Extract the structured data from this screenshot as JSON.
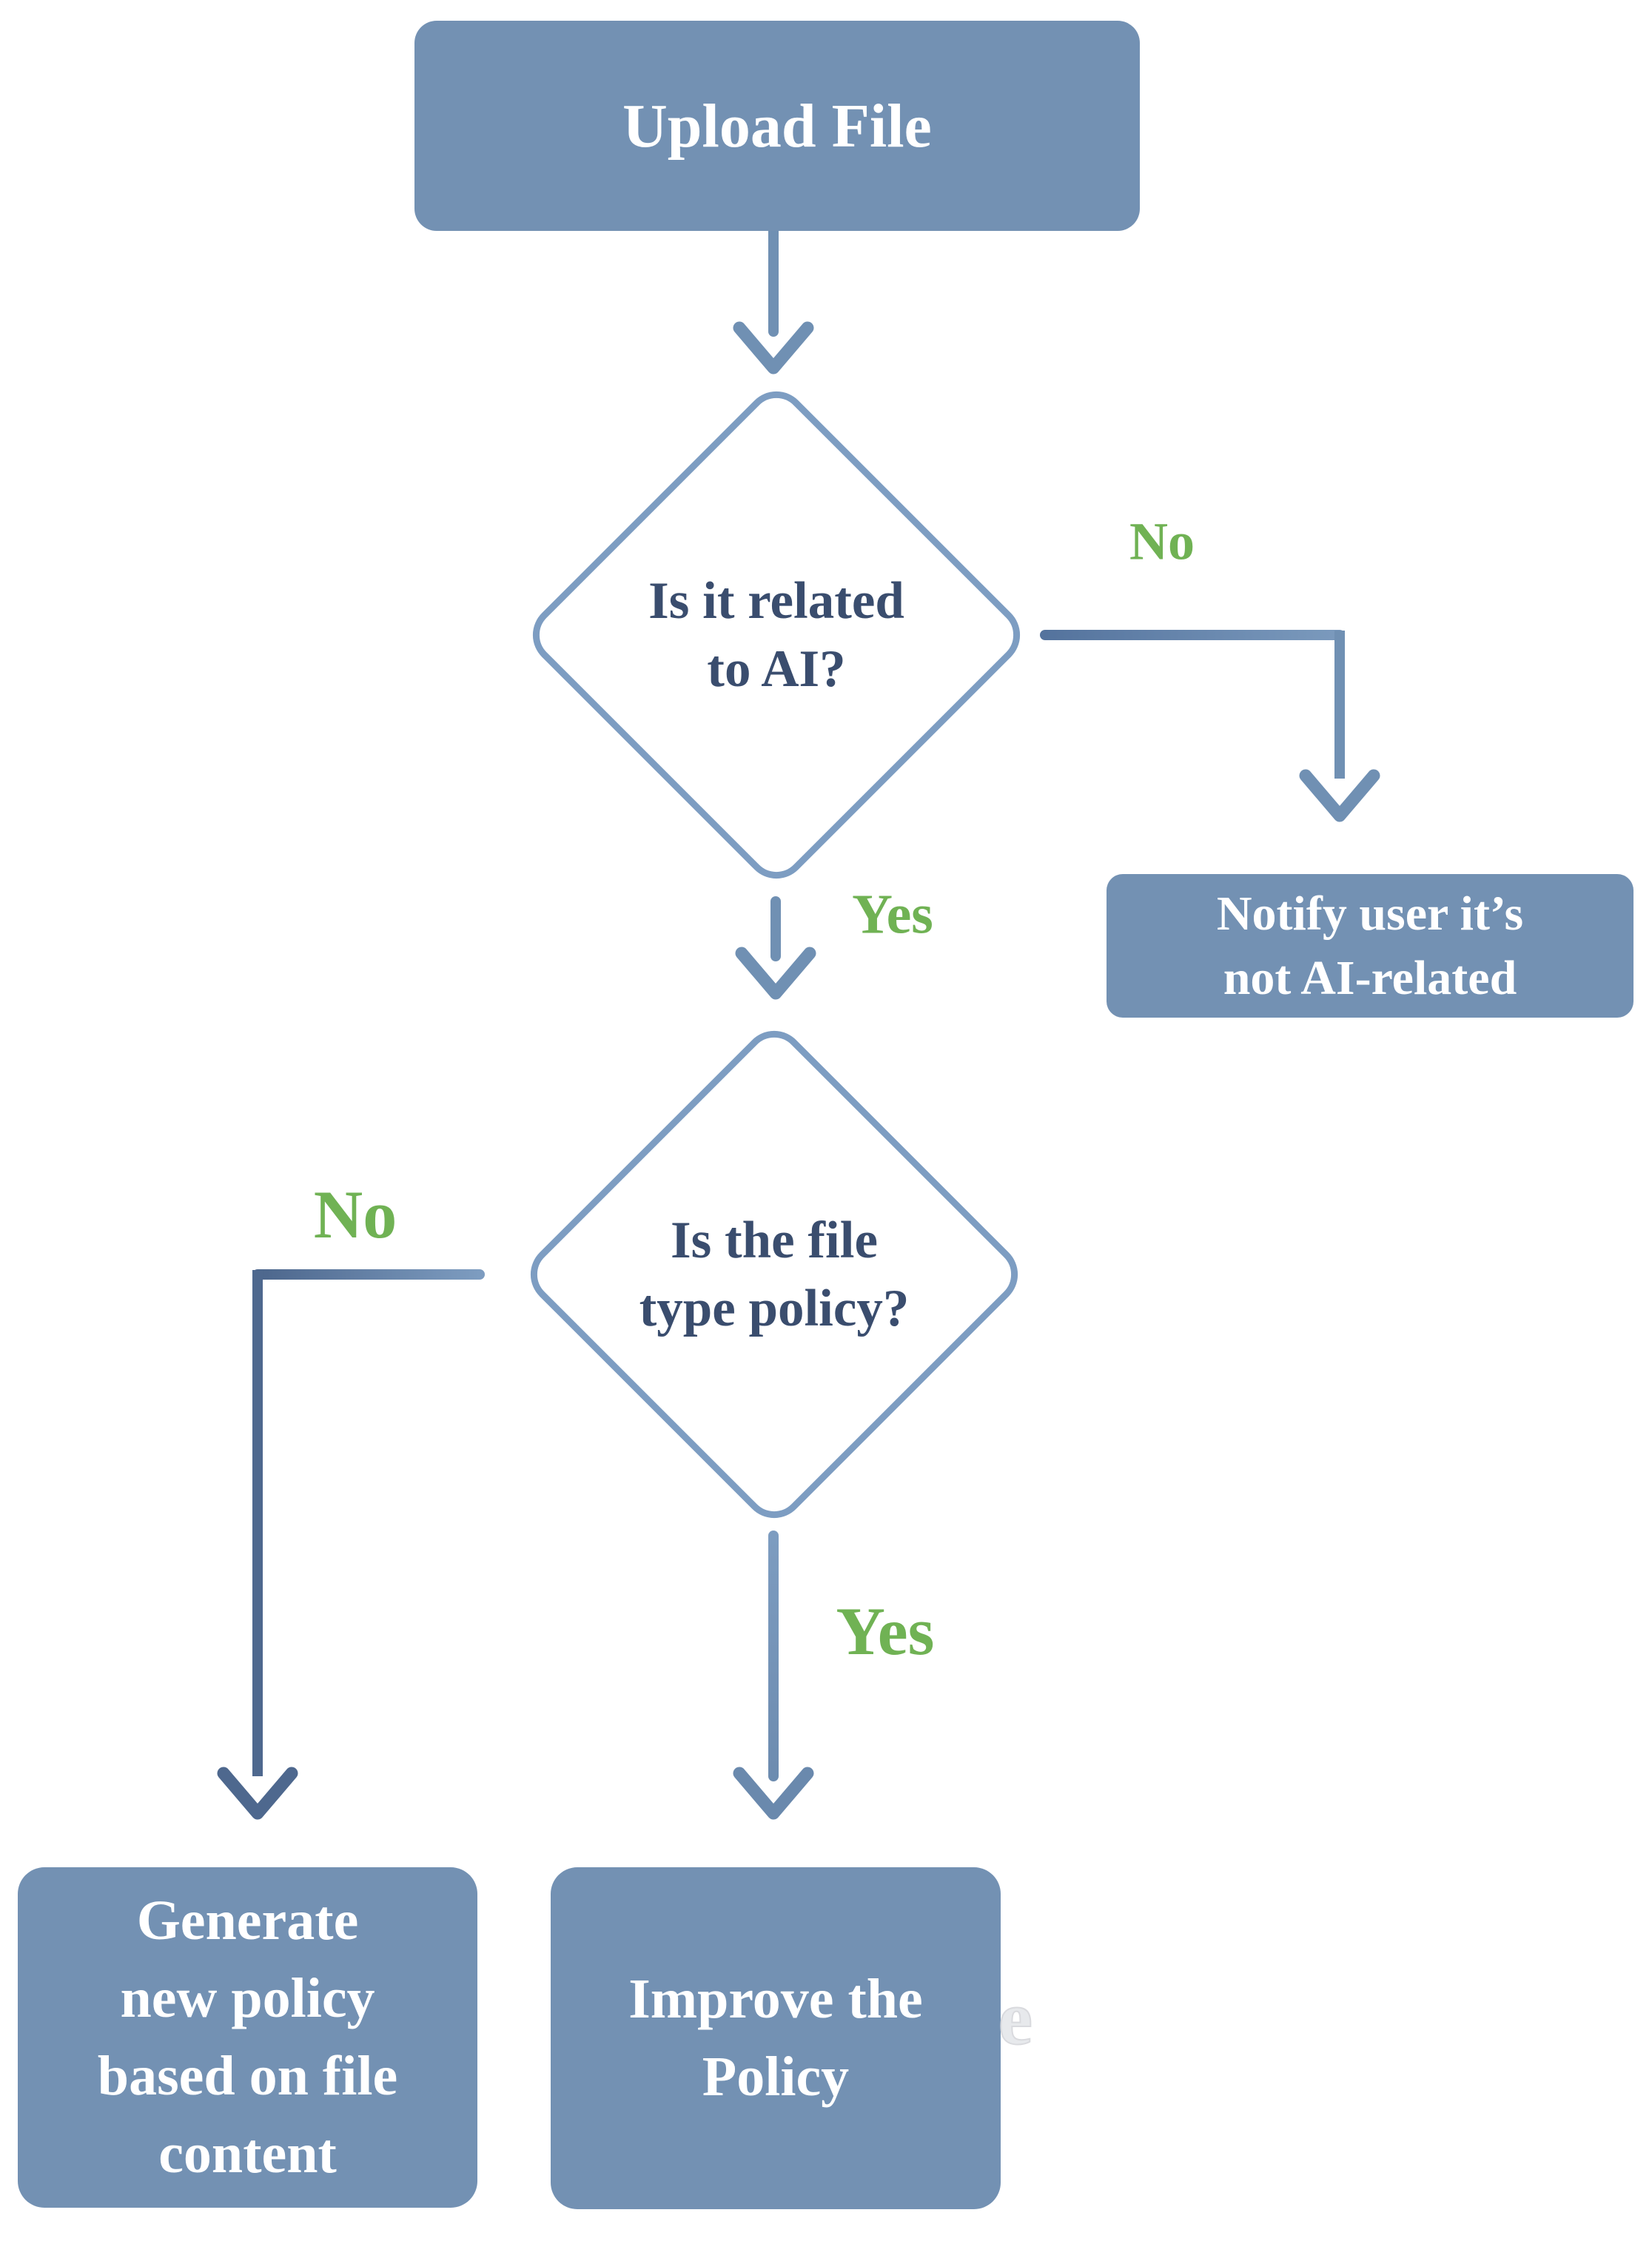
{
  "title": "File upload AI-policy flowchart",
  "colors": {
    "box_fill": "#7391b3",
    "box_text": "#ffffff",
    "diamond_fill": "#ffffff",
    "diamond_border": "#7d9dc2",
    "diamond_text": "#3a4d6e",
    "arrow": "#7090b3",
    "arrow_dark": "#4e688e",
    "label_green": "#70b254",
    "ghost": "#e7e9ec"
  },
  "nodes": {
    "upload": {
      "label": "Upload File"
    },
    "decision_ai": {
      "lines": [
        "Is it related",
        "to AI?"
      ]
    },
    "notify": {
      "lines": [
        "Notify user it’s",
        "not AI-related"
      ]
    },
    "decision_policy": {
      "lines": [
        "Is the file",
        "type policy?"
      ]
    },
    "generate": {
      "lines": [
        "Generate",
        "new policy",
        "based on file",
        "content"
      ]
    },
    "improve": {
      "lines": [
        "Improve the",
        "Policy"
      ]
    },
    "ghost_text": "e"
  },
  "edge_labels": {
    "ai_no": "No",
    "ai_yes": "Yes",
    "policy_no": "No",
    "policy_yes": "Yes"
  }
}
